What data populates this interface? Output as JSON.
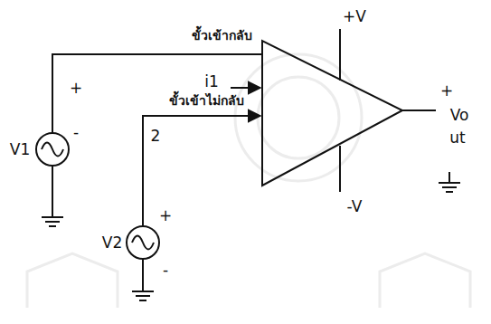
{
  "diagram": {
    "labels": [
      "ขั้วเข้ากลับ",
      "+V",
      "i1",
      "+",
      "ขั้วเข้าไม่กลับ",
      "+",
      "Vo",
      "-",
      "2",
      "ut",
      "V1",
      "+",
      "-V",
      "V2",
      "-"
    ]
  }
}
